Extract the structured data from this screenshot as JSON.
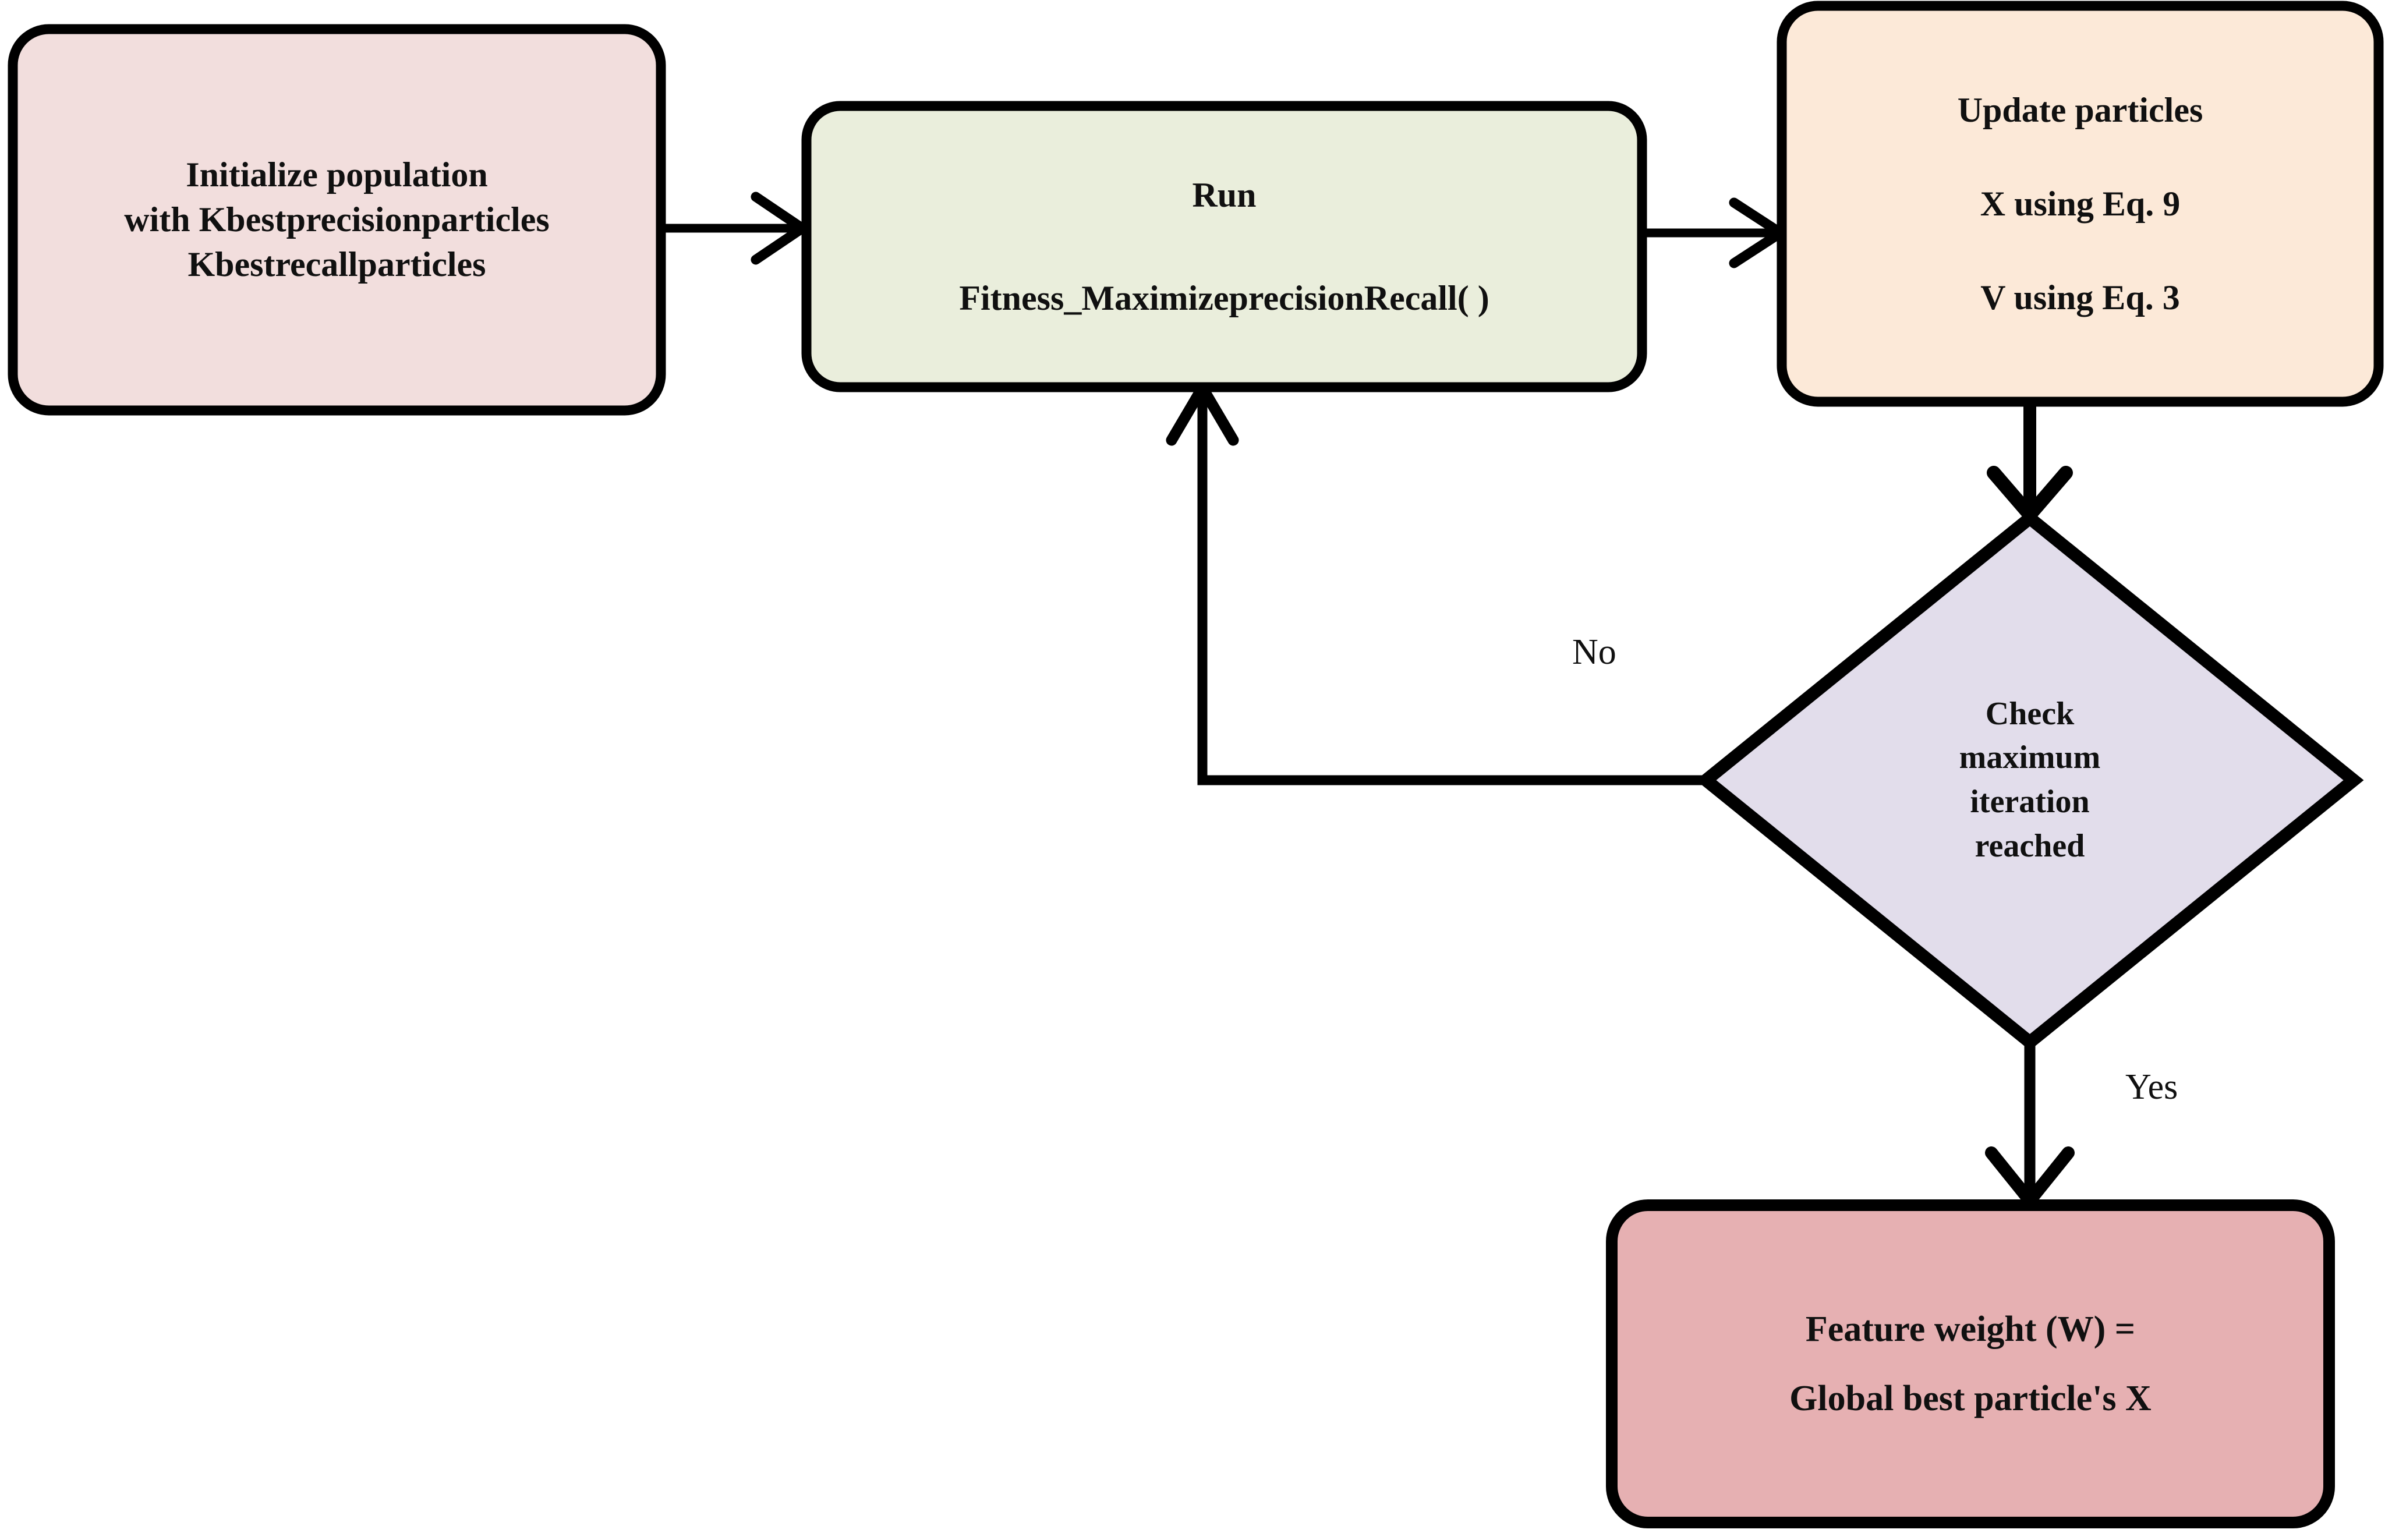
{
  "diagram": {
    "title": "PSO feature-weighting flowchart",
    "background": "#ffffff",
    "stroke": "#000000"
  },
  "nodes": [
    {
      "id": "initialize",
      "shape": "rounded-rect",
      "fill": "#f2dedd",
      "lines": [
        "Initialize population",
        "with Kbestprecisionparticles",
        "Kbestrecallparticles"
      ]
    },
    {
      "id": "run-fitness",
      "shape": "rounded-rect",
      "fill": "#eaeedc",
      "lines": [
        "Run",
        "Fitness_MaximizeprecisionRecall( )"
      ]
    },
    {
      "id": "update-particles",
      "shape": "rounded-rect",
      "fill": "#fce9d8",
      "lines": [
        "Update particles",
        "X using Eq. 9",
        "V using Eq. 3"
      ]
    },
    {
      "id": "check-max-iteration",
      "shape": "diamond",
      "fill": "#e2ddeb",
      "lines": [
        "Check",
        "maximum",
        "iteration",
        "reached"
      ]
    },
    {
      "id": "feature-weight",
      "shape": "rounded-rect",
      "fill": "#e6b0b2",
      "lines": [
        "Feature weight (W) =",
        "Global best particle's X"
      ]
    }
  ],
  "edges": [
    {
      "id": "initialize-to-run",
      "from": "initialize",
      "to": "run-fitness",
      "label": ""
    },
    {
      "id": "run-to-update",
      "from": "run-fitness",
      "to": "update-particles",
      "label": ""
    },
    {
      "id": "update-to-check",
      "from": "update-particles",
      "to": "check-max-iteration",
      "label": ""
    },
    {
      "id": "check-to-run-no",
      "from": "check-max-iteration",
      "to": "run-fitness",
      "label": "No"
    },
    {
      "id": "check-to-feature-yes",
      "from": "check-max-iteration",
      "to": "feature-weight",
      "label": "Yes"
    }
  ]
}
